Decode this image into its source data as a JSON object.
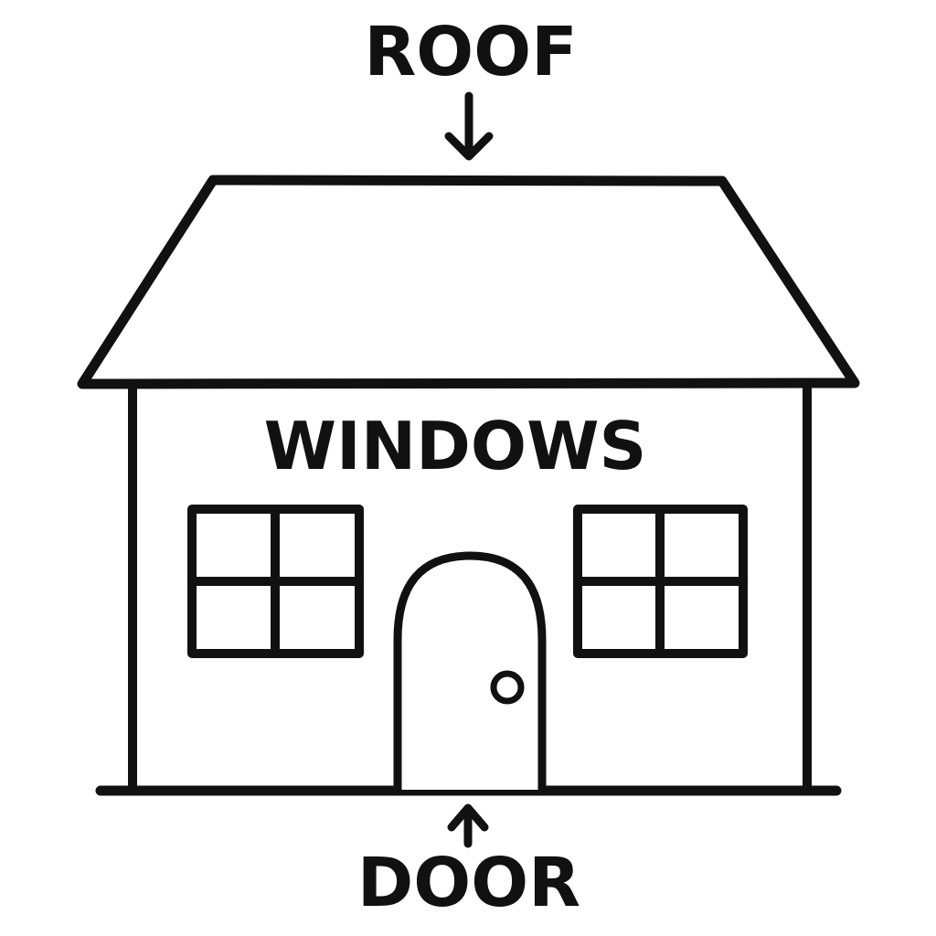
{
  "diagram": {
    "subject": "house",
    "background_color": "#ffffff",
    "line_color": "#111111",
    "labels": {
      "roof": "ROOF",
      "windows": "WINDOWS",
      "door": "DOOR"
    },
    "annotations": [
      {
        "label": "ROOF",
        "arrow_direction": "down",
        "points_to": "roof",
        "position": "above-house"
      },
      {
        "label": "WINDOWS",
        "arrow_direction": "none",
        "points_to": "windows",
        "position": "inside-house-upper"
      },
      {
        "label": "DOOR",
        "arrow_direction": "up",
        "points_to": "door",
        "position": "below-ground-line"
      }
    ],
    "parts": [
      "trapezoid-roof",
      "front-wall",
      "left-four-pane-window",
      "right-four-pane-window",
      "arched-door",
      "doorknob",
      "ground-line"
    ]
  }
}
